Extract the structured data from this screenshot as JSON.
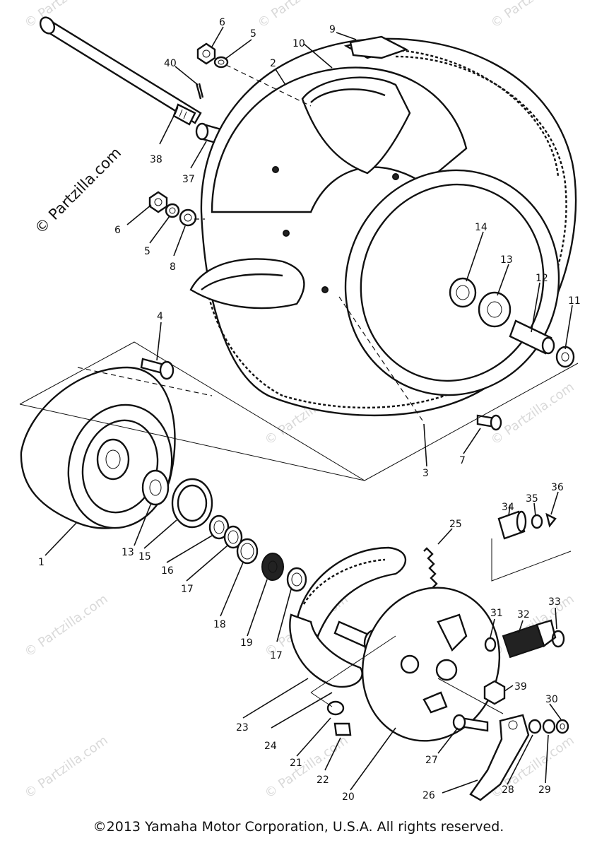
{
  "labels": {
    "l1": "1",
    "l2": "2",
    "l3": "3",
    "l4": "4",
    "l5a": "5",
    "l5b": "5",
    "l6a": "6",
    "l6b": "6",
    "l7": "7",
    "l8": "8",
    "l9": "9",
    "l10": "10",
    "l11": "11",
    "l12": "12",
    "l13a": "13",
    "l13b": "13",
    "l14": "14",
    "l15": "15",
    "l16": "16",
    "l17a": "17",
    "l17b": "17",
    "l18": "18",
    "l19": "19",
    "l20": "20",
    "l21": "21",
    "l22": "22",
    "l23": "23",
    "l24": "24",
    "l25": "25",
    "l26": "26",
    "l27": "27",
    "l28": "28",
    "l29": "29",
    "l30": "30",
    "l31": "31",
    "l32": "32",
    "l33": "33",
    "l34": "34",
    "l35": "35",
    "l36": "36",
    "l37": "37",
    "l38": "38",
    "l39": "39",
    "l40": "40"
  },
  "watermark": {
    "text": "© Partzilla.com"
  },
  "copyright": "©2013 Yamaha Motor Corporation, U.S.A. All rights reserved."
}
